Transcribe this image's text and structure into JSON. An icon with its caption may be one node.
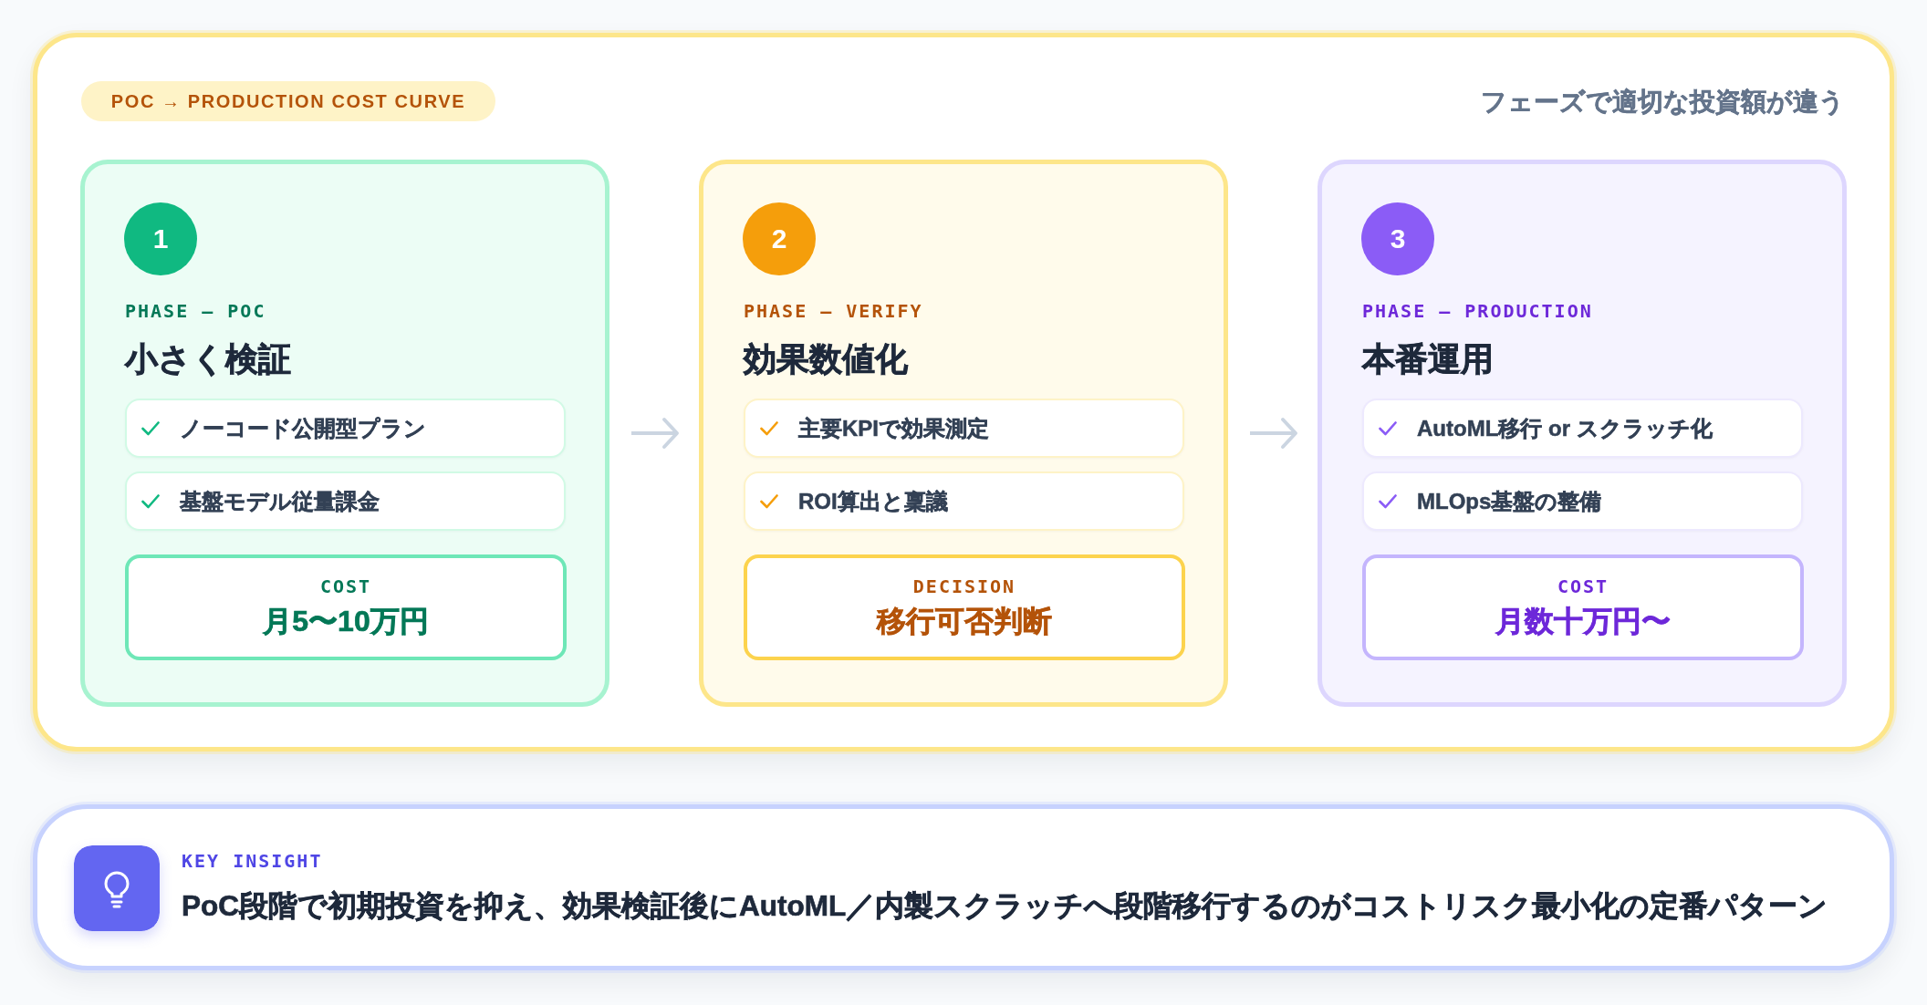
{
  "diagram": {
    "nodes": [
      {
        "text": [
          "フェーズで適切な投資額が違う"
        ]
      },
      {
        "text": [
          "POC → PRODUCTION COST CURVE"
        ],
        "in": 0
      },
      {
        "text": [
          "PHASE — POC",
          "小さく検証"
        ],
        "in": 0
      },
      {
        "text": [
          "1"
        ],
        "in": 2
      },
      {
        "text": [
          "ノーコード公開型プラン"
        ],
        "in": 2
      },
      {
        "text": [
          "基盤モデル従量課金"
        ],
        "in": 2
      },
      {
        "text": [
          "COST",
          "月5〜10万円"
        ],
        "in": 2
      },
      {
        "text": [
          "PHASE — VERIFY",
          "効果数値化"
        ],
        "in": 0
      },
      {
        "text": [
          "2"
        ],
        "in": 7
      },
      {
        "text": [
          "主要KPIで効果測定"
        ],
        "in": 7
      },
      {
        "text": [
          "ROI算出と稟議"
        ],
        "in": 7
      },
      {
        "text": [
          "DECISION",
          "移行可否判断"
        ],
        "in": 7
      },
      {
        "text": [
          "PHASE — PRODUCTION",
          "本番運用"
        ],
        "in": 0
      },
      {
        "text": [
          "3"
        ],
        "in": 12
      },
      {
        "text": [
          "AutoML移行 or スクラッチ化"
        ],
        "in": 12
      },
      {
        "text": [
          "MLOps基盤の整備"
        ],
        "in": 12
      },
      {
        "text": [
          "COST",
          "月数十万円〜"
        ],
        "in": 12
      },
      {
        "text": [
          "KEY INSIGHT",
          "PoC段階で初期投資を抑え、効果検証後にAutoML／内製スクラッチへ段階移行するのがコストリスク最小化の定番パターン"
        ]
      }
    ],
    "edges": [
      {
        "from": 2,
        "to": 7,
        "arrow": "to"
      },
      {
        "from": 7,
        "to": 12,
        "arrow": "to"
      }
    ]
  }
}
